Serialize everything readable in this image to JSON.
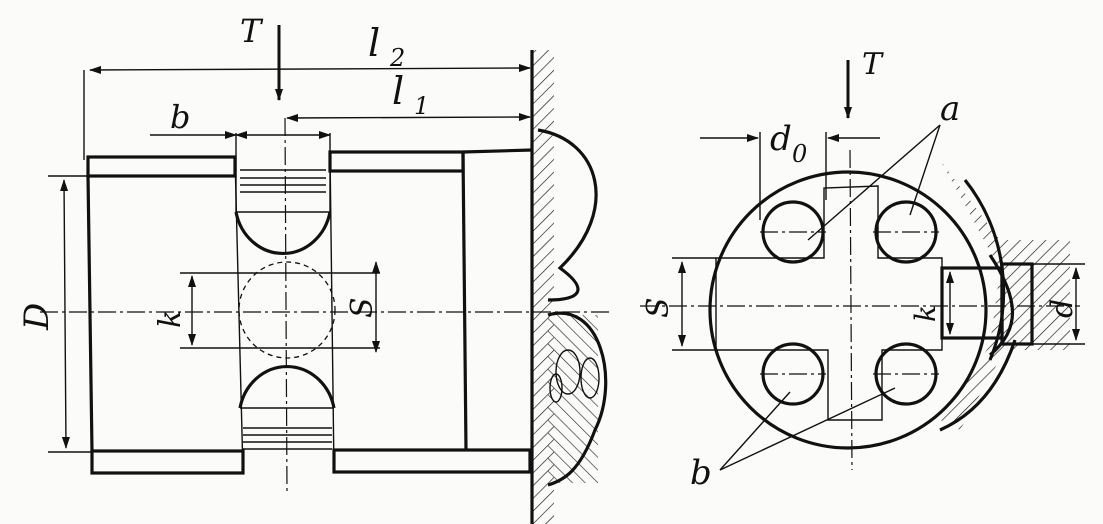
{
  "figure": {
    "left_view": {
      "labels": {
        "force": "T",
        "length_2": "l",
        "length_2_sub": "2",
        "length_1": "l",
        "length_1_sub": "1",
        "width": "b",
        "diameter": "D",
        "k": "k",
        "s": "S"
      }
    },
    "right_view": {
      "labels": {
        "force": "T",
        "hole_diameter": "d",
        "hole_diameter_sub": "0",
        "balls_a": "a",
        "balls_b": "b",
        "s": "S",
        "k": "k",
        "d": "d"
      }
    }
  },
  "colors": {
    "ink": "#111111",
    "paper": "#fbfbf9"
  }
}
